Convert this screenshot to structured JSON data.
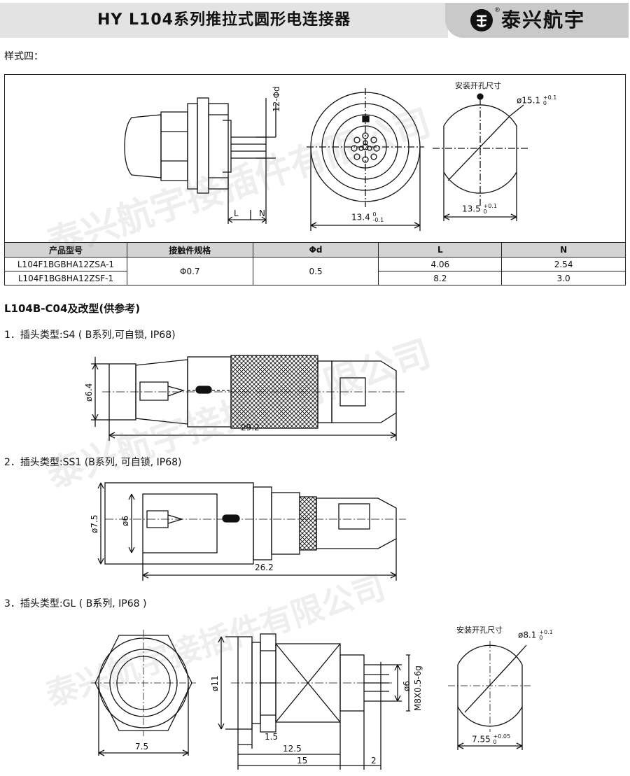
{
  "header": {
    "title": "HY  L104系列推拉式圆形电连接器",
    "logo_text": "泰兴航宇",
    "logo_mark": "®"
  },
  "style4": {
    "label": "样式四：",
    "mount_hole_label": "安装开孔尺寸",
    "dims": {
      "phi_d_label": "12-Φd",
      "L": "L",
      "N": "N",
      "body_dia": "13.4",
      "body_dia_tol_upper": "0",
      "body_dia_tol_lower": "-0.1",
      "hole_dia": "ø15.1",
      "hole_dia_tol_upper": "+0.1",
      "hole_dia_tol_lower": "0",
      "hole_flat": "13.5",
      "hole_flat_tol_upper": "+0.1",
      "hole_flat_tol_lower": "0"
    },
    "table": {
      "headers": [
        "产品型号",
        "接触件规格",
        "Φd",
        "L",
        "N"
      ],
      "contact_spec": "Φ0.7",
      "phi_d": "0.5",
      "rows": [
        {
          "model": "L104F1BGBHA12ZSA-1",
          "L": "4.06",
          "N": "2.54"
        },
        {
          "model": "L104F1BG8HA12ZSF-1",
          "L": "8.2",
          "N": "3.0"
        }
      ]
    }
  },
  "section2": {
    "title": "L104B-C04及改型(供参考)",
    "plug1": {
      "label": "1．插头类型:S4   ( B系列,可自锁, IP68)",
      "dia": "ø6.4",
      "length": "29.2"
    },
    "plug2": {
      "label": "2．插头类型:SS1 (B系列, 可自锁, IP68)",
      "dia_outer": "ø7.5",
      "dia_inner": "ø6",
      "length": "26.2"
    },
    "plug3": {
      "label": "3．插头类型:GL   ( B系列, IP68 )",
      "mount_hole_label": "安装开孔尺寸",
      "hex": "7.5",
      "dia_flange": "ø11",
      "dia_body": "ø6",
      "thread": "M8X0.5-6g",
      "len_1_5": "1.5",
      "len_12_5": "12.5",
      "len_15": "15",
      "len_2": "2",
      "hole_dia": "ø8.1",
      "hole_dia_tol_upper": "+0.1",
      "hole_dia_tol_lower": "0",
      "hole_flat": "7.55",
      "hole_flat_tol_upper": "+0.05",
      "hole_flat_tol_lower": "0"
    }
  },
  "watermark": "泰兴航宇接插件有限公司"
}
